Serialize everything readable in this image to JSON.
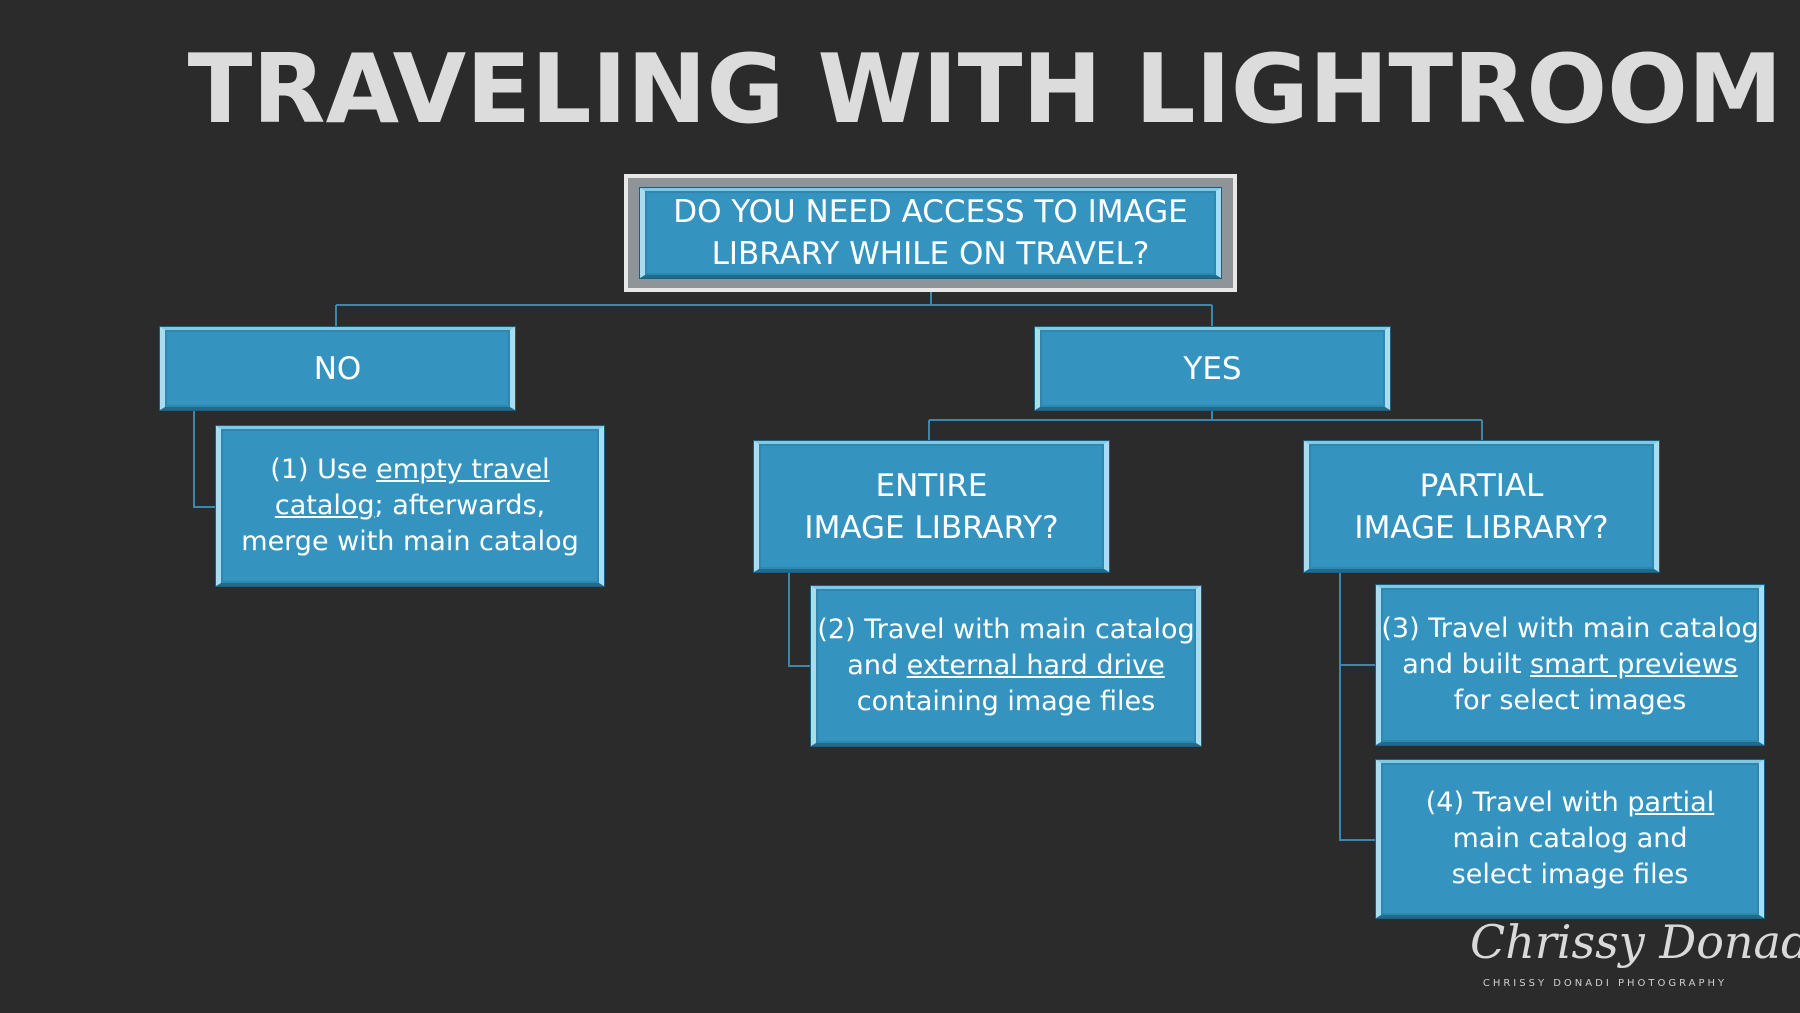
{
  "title": "TRAVELING WITH LIGHTROOM",
  "nodes": {
    "root": {
      "text": "DO YOU NEED ACCESS TO IMAGE\nLIBRARY WHILE ON TRAVEL?"
    },
    "no": {
      "text": "NO"
    },
    "yes": {
      "text": "YES"
    },
    "entire": {
      "text": "ENTIRE\nIMAGE LIBRARY?"
    },
    "partial": {
      "text": "PARTIAL\nIMAGE LIBRARY?"
    },
    "option1": {
      "before": "(1) Use ",
      "link": "empty travel\ncatalog",
      "after": "; afterwards,\nmerge with main catalog"
    },
    "option2": {
      "before": "(2) Travel with main catalog\nand ",
      "link": "external hard drive",
      "after": "\ncontaining image files"
    },
    "option3": {
      "before": "(3) Travel with main catalog\nand built ",
      "link": "smart previews",
      "after": "\nfor select images"
    },
    "option4": {
      "before": "(4) Travel with ",
      "link": "partial",
      "after": "\nmain catalog and\nselect image files"
    }
  },
  "signature": {
    "script": "Chrissy Donadi",
    "sub": "CHRISSY DONADI PHOTOGRAPHY"
  },
  "colors": {
    "background": "#2b2b2c",
    "box_fill": "#3594bf",
    "connector": "#3a87b0",
    "title": "#dcdcdc"
  }
}
